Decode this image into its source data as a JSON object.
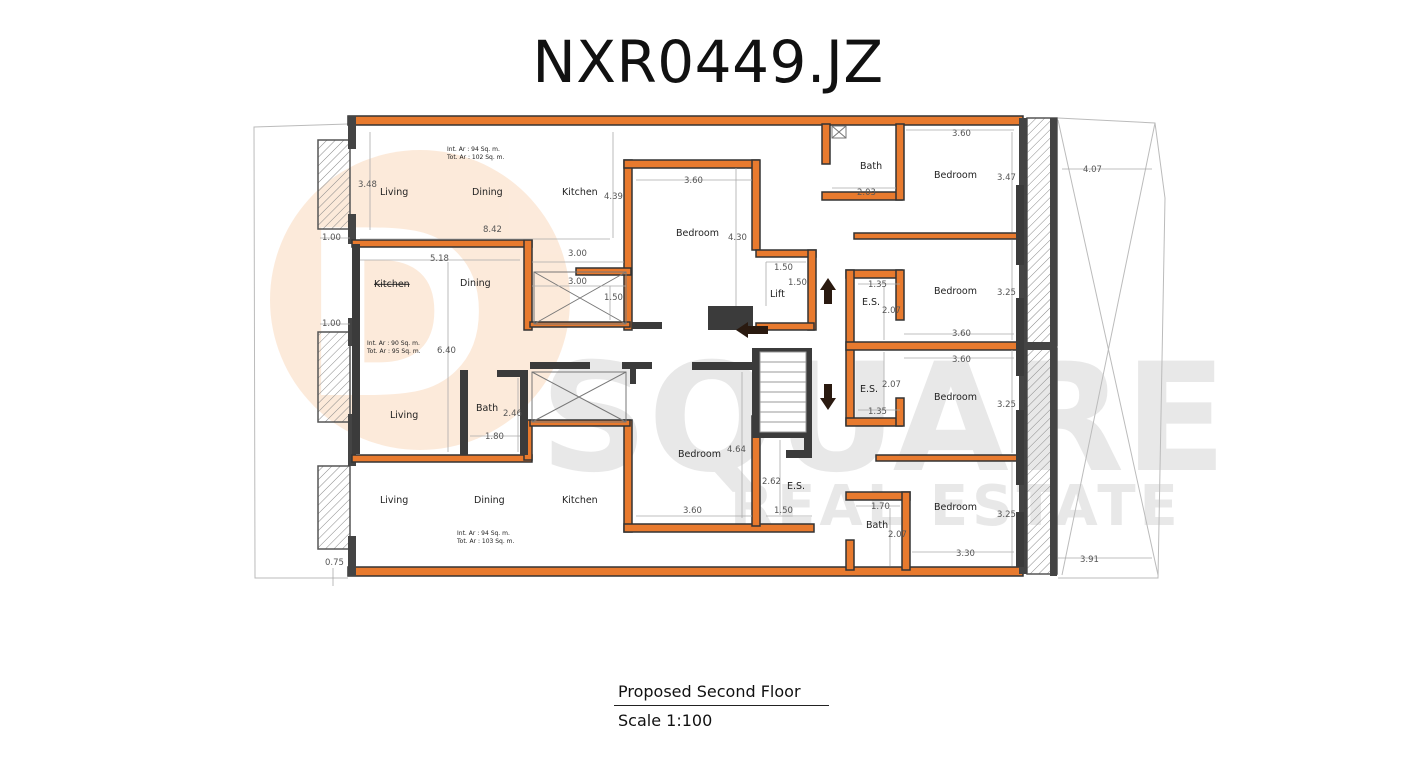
{
  "title": "NXR0449.JZ",
  "watermark": {
    "line1": "SQUARE",
    "line2": "REAL ESTATE",
    "mark": "D"
  },
  "colors": {
    "wall": "#e87a2e",
    "wall_dark": "#3a3a3a",
    "hatch": "#7a7a7a",
    "dim_line": "#999999"
  },
  "apartments": {
    "top": {
      "int_area": "Int. Ar : 94 Sq. m.",
      "tot_area": "Tot. Ar : 102 Sq. m."
    },
    "middle": {
      "int_area": "Int. Ar : 90 Sq. m.",
      "tot_area": "Tot. Ar : 95 Sq. m."
    },
    "bottom": {
      "int_area": "Int. Ar : 94 Sq. m.",
      "tot_area": "Tot. Ar : 103 Sq. m."
    }
  },
  "rooms": {
    "living": "Living",
    "dining": "Dining",
    "kitchen": "Kitchen",
    "bedroom": "Bedroom",
    "bath": "Bath",
    "lift": "Lift",
    "es": "E.S."
  },
  "dimensions": {
    "d348": "3.48",
    "d100": "1.00",
    "d842": "8.42",
    "d439": "4.39",
    "d360": "3.60",
    "d430": "4.30",
    "d300": "3.00",
    "d518": "5.18",
    "d150": "1.50",
    "d640": "6.40",
    "d246": "2.46",
    "d180": "1.80",
    "d464": "4.64",
    "d262": "2.62",
    "d075": "0.75",
    "d203": "2.03",
    "d347": "3.47",
    "d407": "4.07",
    "d135": "1.35",
    "d207": "2.07",
    "d325": "3.25",
    "d170": "1.70",
    "d330": "3.30",
    "d391": "3.91"
  },
  "caption": {
    "name": "Proposed Second Floor",
    "scale": "Scale 1:100"
  }
}
